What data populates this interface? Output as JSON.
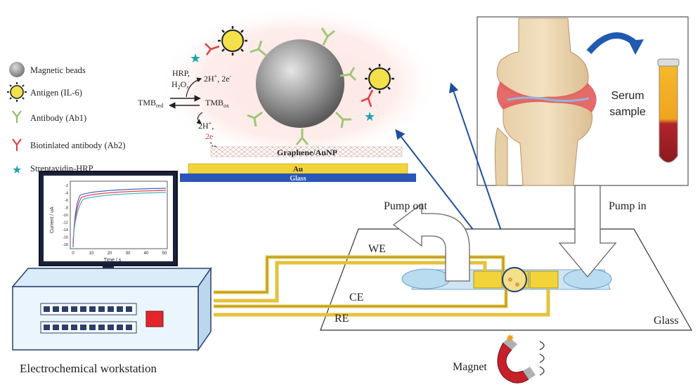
{
  "legend": {
    "items": [
      {
        "label": "Magnetic beads",
        "icon": "magnetic-bead"
      },
      {
        "label": "Antigen (IL-6)",
        "icon": "antigen"
      },
      {
        "label": "Antibody (Ab1)",
        "icon": "antibody-ab1"
      },
      {
        "label": "Biotinlated antibody (Ab2)",
        "icon": "antibody-ab2"
      },
      {
        "label": "Streptavidin-HRP",
        "icon": "streptavidin-star"
      }
    ]
  },
  "reaction": {
    "hrp": "HRP,",
    "h2o2": "H",
    "h2o2_sub": "2",
    "h2o2_o": "O",
    "products_top": "2H",
    "plus": "+",
    "products_top_tail": ", 2e",
    "minus": "-",
    "tmb_left": "TMB",
    "tmb_left_sub": "red",
    "tmb_right": "TMB",
    "tmb_right_sub": "ox",
    "bottom_h": "2H",
    "bottom_plus": "+",
    "bottom_comma": ",",
    "bottom_e": "2e"
  },
  "electrode": {
    "layer1": "Graphene/AuNP",
    "layer2": "Au",
    "layer3": "Glass"
  },
  "inset": {
    "serum_line1": "Serum",
    "serum_line2": "sample"
  },
  "labels": {
    "pump_out": "Pump out",
    "pump_in": "Pump in",
    "we": "WE",
    "ce": "CE",
    "re": "RE",
    "glass": "Glass",
    "magnet": "Magnet",
    "workstation": "Electrochemical workstation"
  },
  "mini_chart": {
    "ylabel": "Current / uA",
    "xlabel": "Time / s",
    "xticks": [
      "0",
      "10",
      "20",
      "30",
      "40",
      "50"
    ],
    "yticks": [
      "-2",
      "-4",
      "-6",
      "-8",
      "-10",
      "-12",
      "-14",
      "-16",
      "-18"
    ]
  },
  "colors": {
    "gold": "#f2d43a",
    "blue_layer": "#2a57b7",
    "arrow_blue": "#1f4f9c",
    "star": "#1aa6b0",
    "ab2_red": "#e2414a",
    "ab1_green": "#9ec77a"
  }
}
